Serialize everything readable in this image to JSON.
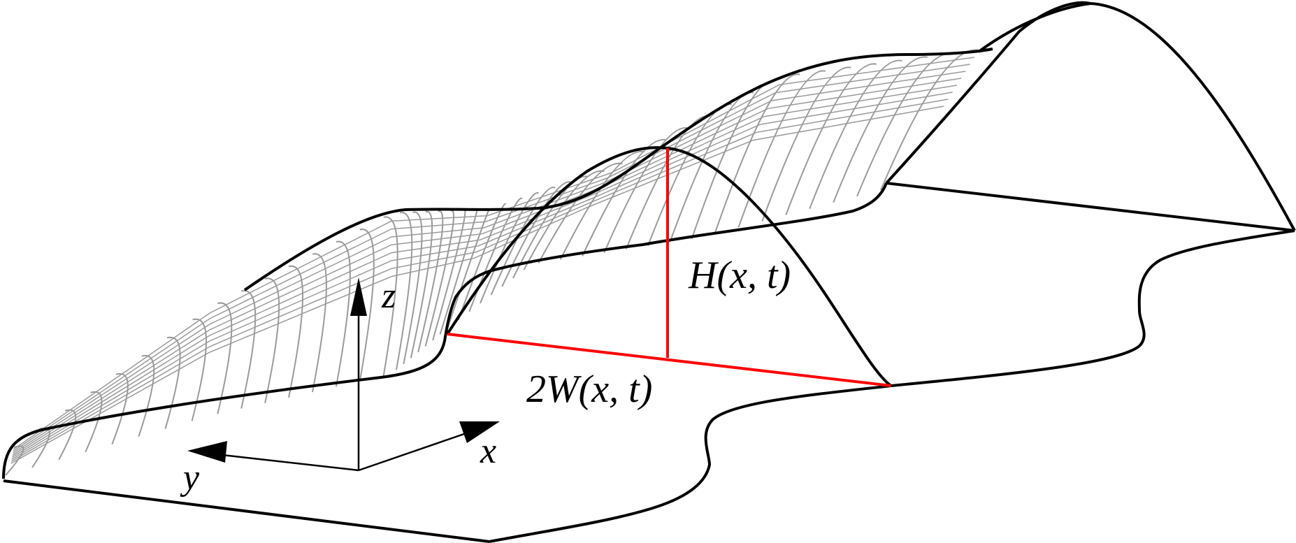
{
  "labels": {
    "height": "H(x, t)",
    "width": "2W(x, t)",
    "axis_x": "x",
    "axis_y": "y",
    "axis_z": "z"
  },
  "colors": {
    "outline": "#000000",
    "mesh": "#9a9a9a",
    "dimension": "#ff0000",
    "background": "#ffffff"
  }
}
